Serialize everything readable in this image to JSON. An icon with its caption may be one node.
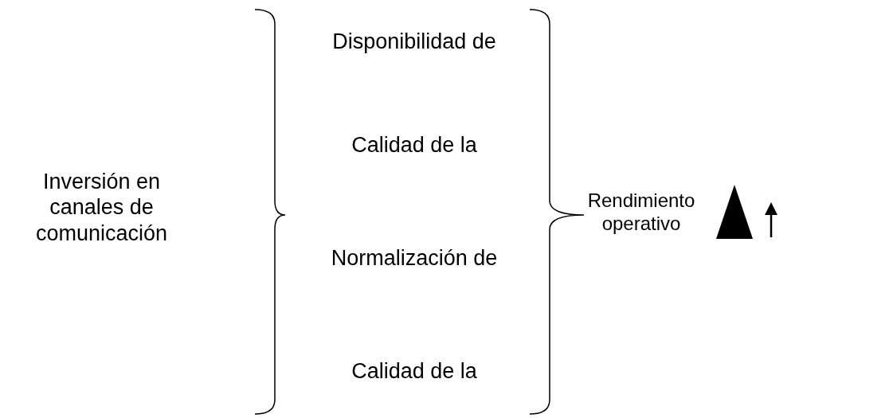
{
  "diagram": {
    "labels": [
      "Inversión en canales de comunicación",
      "Disponibilidad de",
      "Calidad de la",
      "Normalización de",
      "Calidad de la",
      "Rendimiento operativo"
    ]
  }
}
